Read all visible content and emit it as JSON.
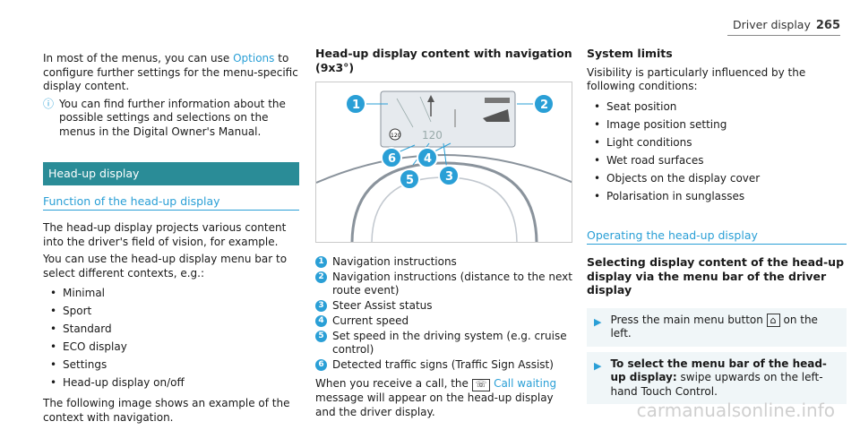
{
  "header": {
    "title": "Driver display",
    "page": "265"
  },
  "col1": {
    "intro_a": "In most of the menus, you can use ",
    "intro_link": "Options",
    "intro_b": " to configure further settings for the menu-specific display content.",
    "note": "You can find further information about the possible settings and selections on the menus in the Digital Owner's Manual.",
    "section_bar": "Head-up display",
    "section_title": "Function of the head-up display",
    "p1": "The head-up display projects various content into the driver's field of vision, for example.",
    "p2": "You can use the head-up display menu bar to select different contexts, e.g.:",
    "items": [
      "Minimal",
      "Sport",
      "Standard",
      "ECO display",
      "Settings",
      "Head-up display on/off"
    ],
    "p3": "The following image shows an example of the context with navigation."
  },
  "col2": {
    "title": "Head-up display content with navigation (9x3°)",
    "legend": [
      {
        "n": "1",
        "text": "Navigation instructions"
      },
      {
        "n": "2",
        "text": "Navigation instructions (distance to the next route event)"
      },
      {
        "n": "3",
        "text": "Steer Assist status"
      },
      {
        "n": "4",
        "text": "Current speed"
      },
      {
        "n": "5",
        "text": "Set speed in the driving system (e.g. cruise control)"
      },
      {
        "n": "6",
        "text": "Detected traffic signs (Traffic Sign Assist)"
      }
    ],
    "call_a": "When you receive a call, the ",
    "call_link": "Call waiting",
    "call_b": " message will appear on the head-up display and the driver display.",
    "figure": {
      "speed": "120",
      "sign": "120"
    }
  },
  "col3": {
    "title": "System limits",
    "p1": "Visibility is particularly influenced by the following conditions:",
    "items": [
      "Seat position",
      "Image position setting",
      "Light conditions",
      "Wet road surfaces",
      "Objects on the display cover",
      "Polarisation in sunglasses"
    ],
    "section_title": "Operating the head-up display",
    "h3": "Selecting display content of the head-up display via the menu bar of the driver display",
    "step1_a": "Press the main menu button ",
    "step1_b": " on the left.",
    "step2_bold": "To select the menu bar of the head-up display:",
    "step2_rest": " swipe upwards on the left-hand Touch Control."
  },
  "watermark": "carmanualsonline.info",
  "colors": {
    "accent": "#2a9fd6",
    "bar": "#2a8c97"
  }
}
